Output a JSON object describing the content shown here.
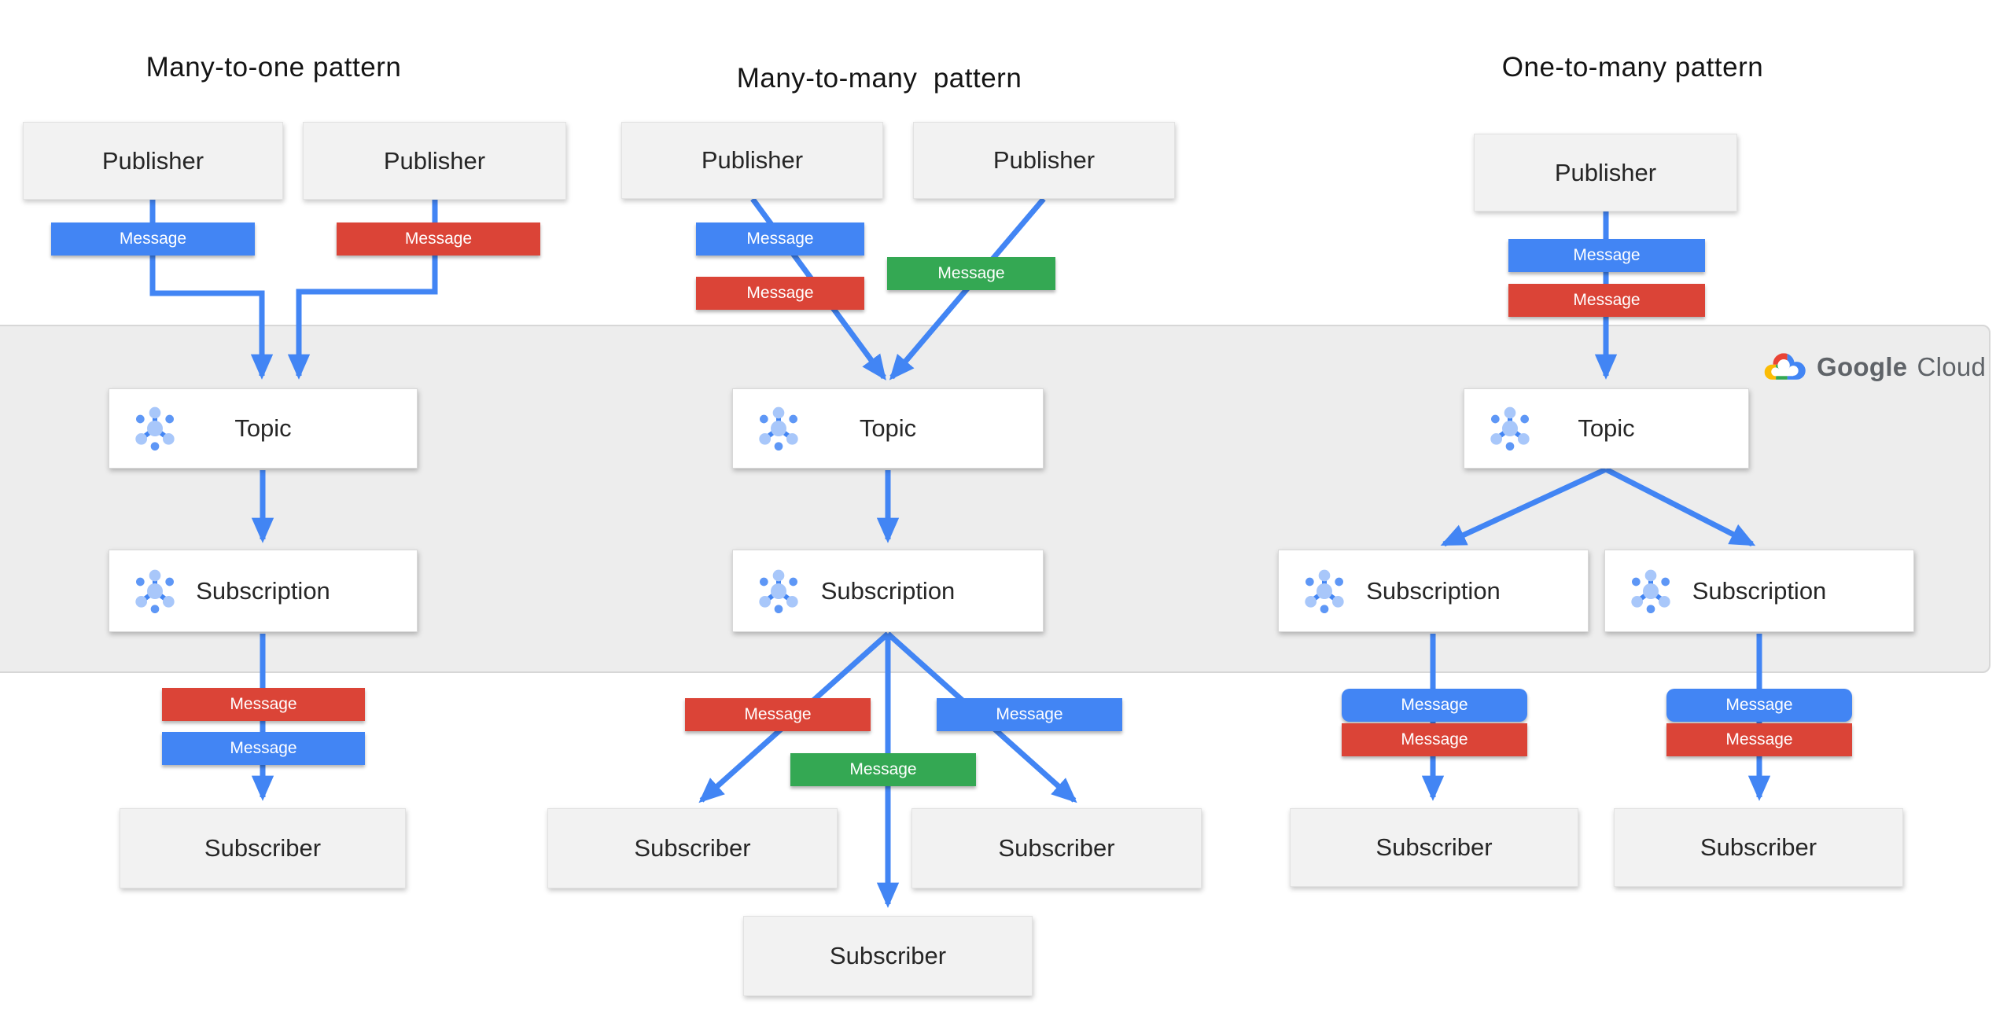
{
  "patterns": {
    "many_to_one": {
      "title": "Many-to-one pattern"
    },
    "many_to_many": {
      "title": "Many-to-many  pattern"
    },
    "one_to_many": {
      "title": "One-to-many pattern"
    }
  },
  "labels": {
    "publisher": "Publisher",
    "topic": "Topic",
    "subscription": "Subscription",
    "subscriber": "Subscriber",
    "message": "Message"
  },
  "logo": {
    "google": "Google",
    "cloud": "Cloud"
  },
  "colors": {
    "message_blue": "#4285F4",
    "message_red": "#DB4437",
    "message_green": "#34A853",
    "arrow_blue": "#4285F4",
    "band_gray": "#EDEDED",
    "node_gray": "#F2F2F2",
    "node_white": "#FFFFFF",
    "logo_text_gray": "#5F6368",
    "pubsub_icon_light_blue": "#A8C7FA",
    "pubsub_icon_dark_blue": "#5E97F6"
  },
  "icons": {
    "topic": "pubsub-icon",
    "subscription": "pubsub-icon",
    "logo": "google-cloud-icon"
  }
}
